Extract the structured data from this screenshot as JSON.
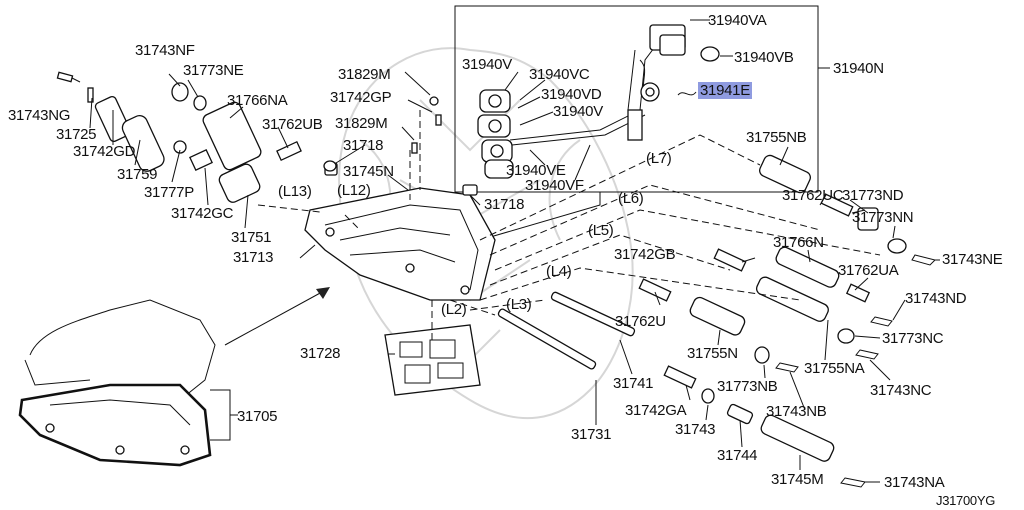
{
  "highlight_color": "#8f9be0",
  "labels": {
    "p31940VA": "31940VA",
    "p31940VB": "31940VB",
    "p31940N": "31940N",
    "p31940V": "31940V",
    "p31940VC": "31940VC",
    "p31940VD": "31940VD",
    "p31940V_2": "31940V",
    "p31941E": "31941E",
    "p31940VE": "31940VE",
    "p31940VF": "31940VF",
    "p31743NF": "31743NF",
    "p31773NE": "31773NE",
    "p31766NA": "31766NA",
    "p31743NG": "31743NG",
    "p31725": "31725",
    "p31742GD": "31742GD",
    "p31759": "31759",
    "p31777P": "31777P",
    "p31742GC": "31742GC",
    "p31751": "31751",
    "p31713": "31713",
    "p31829M": "31829M",
    "p31742GP": "31742GP",
    "p31762UB": "31762UB",
    "p31829M_2": "31829M",
    "p31718": "31718",
    "p31745N": "31745N",
    "p31718_2": "31718",
    "L13": "(L13)",
    "L12": "(L12)",
    "L7": "(L7)",
    "L6": "(L6)",
    "L5": "(L5)",
    "L4": "(L4)",
    "L3": "(L3)",
    "L2": "(L2)",
    "p31755NB": "31755NB",
    "p31762UC": "31762UC",
    "p31773ND": "31773ND",
    "p31773NN": "31773NN",
    "p31743NE": "31743NE",
    "p31742GB": "31742GB",
    "p31766N": "31766N",
    "p31762UA": "31762UA",
    "p31743ND": "31743ND",
    "p31762U": "31762U",
    "p31755N": "31755N",
    "p31773NC": "31773NC",
    "p31728": "31728",
    "p31741": "31741",
    "p31755NA": "31755NA",
    "p31773NB": "31773NB",
    "p31743NC": "31743NC",
    "p31705": "31705",
    "p31742GA": "31742GA",
    "p31743NB": "31743NB",
    "p31731": "31731",
    "p31743": "31743",
    "p31744": "31744",
    "p31745M": "31745M",
    "p31743NA": "31743NA",
    "diagram_code": "J31700YG"
  }
}
